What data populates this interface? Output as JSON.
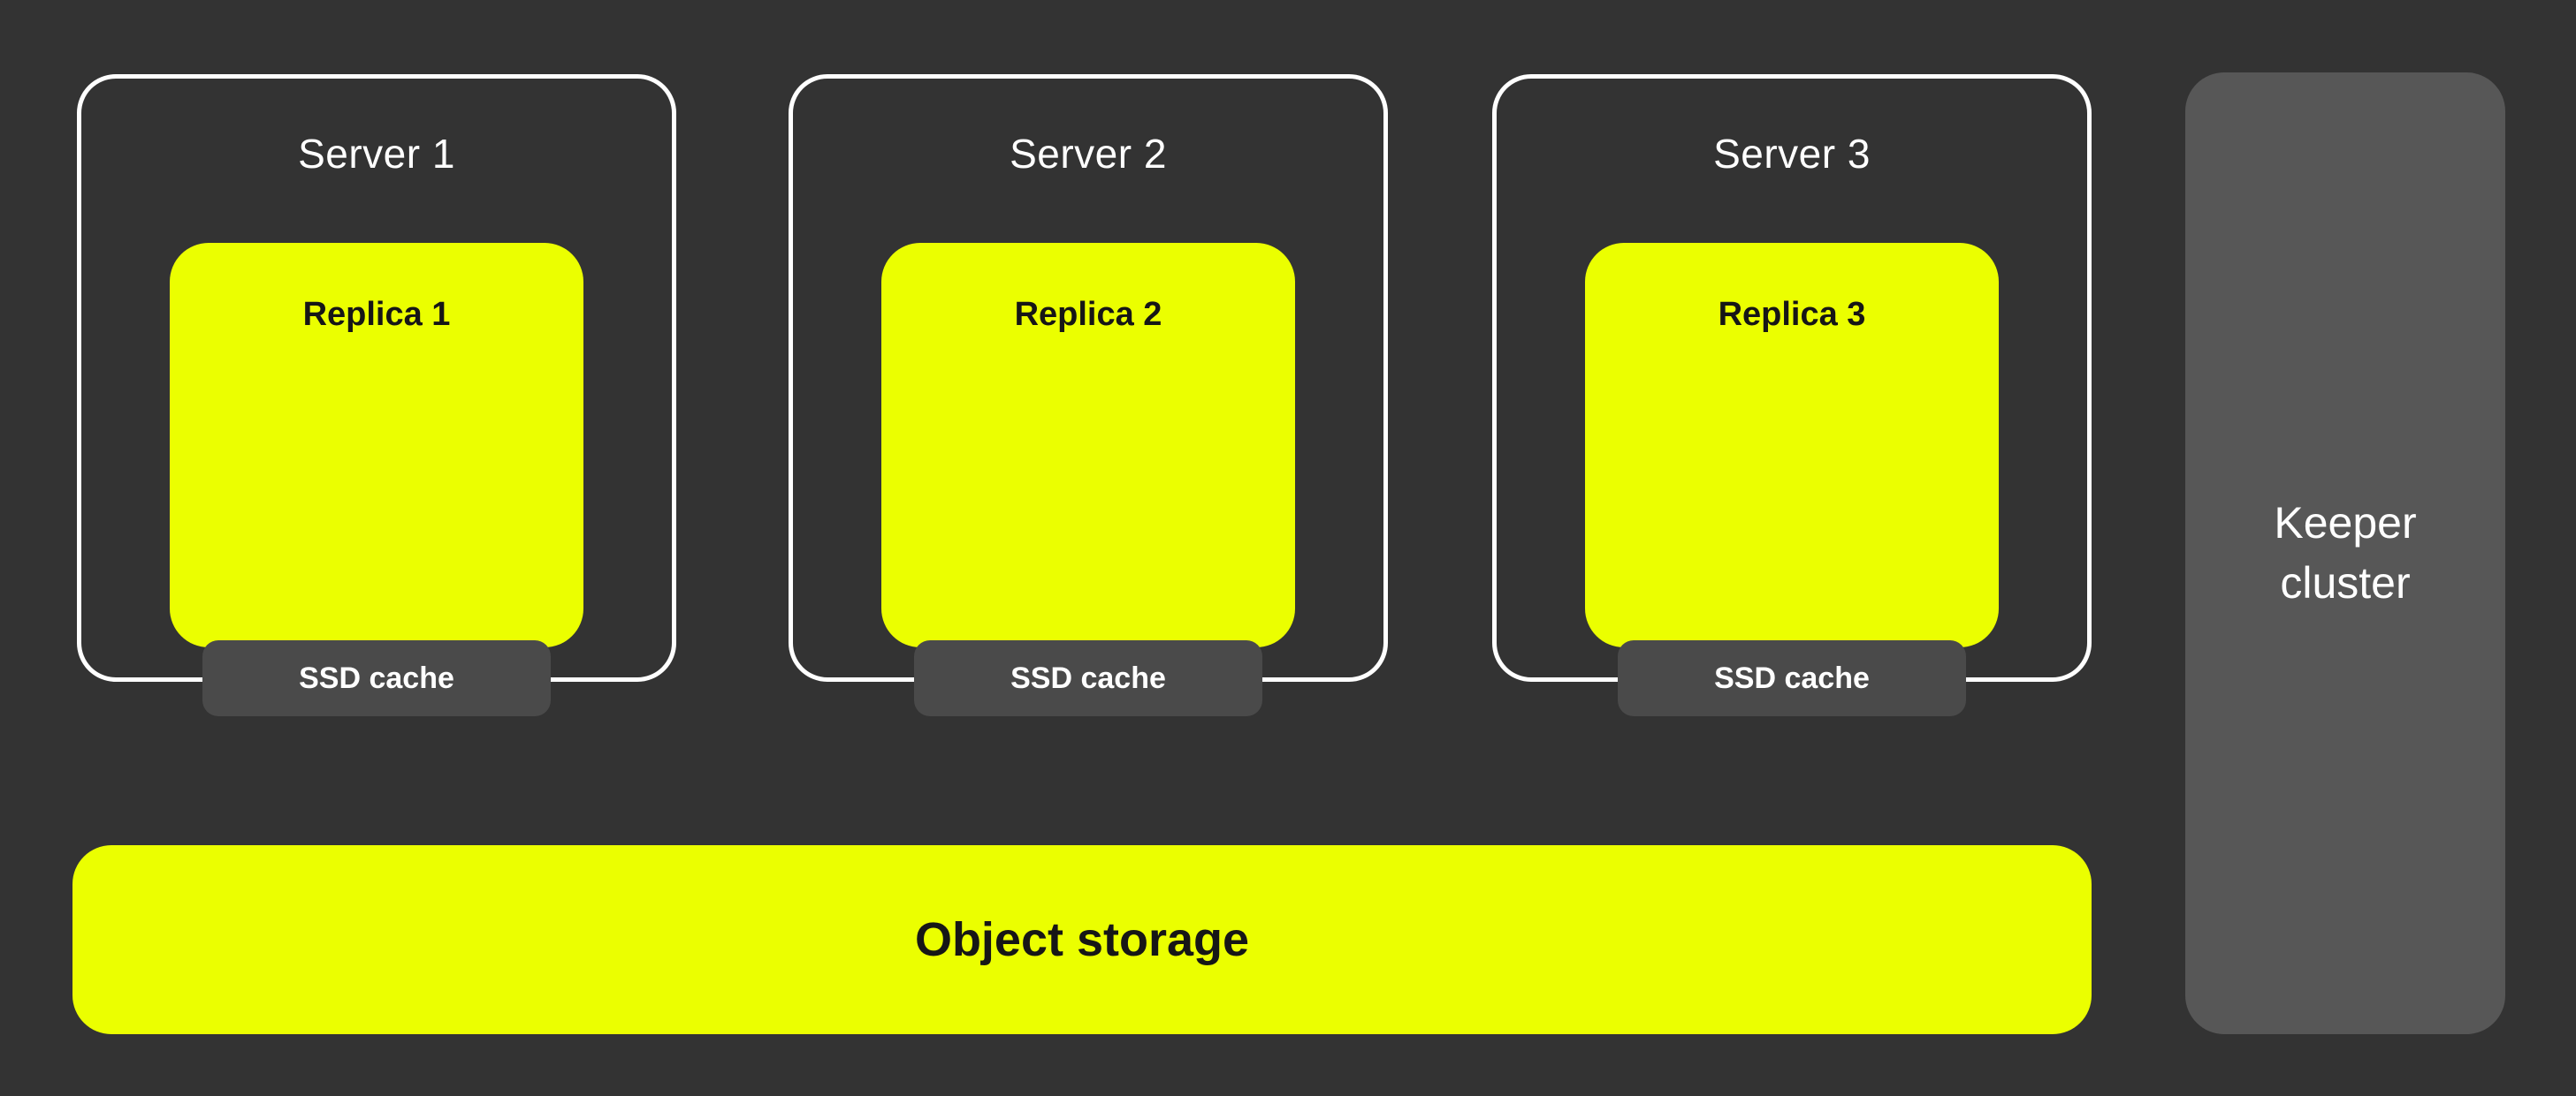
{
  "diagram": {
    "servers": [
      {
        "label": "Server 1",
        "replica_label": "Replica 1",
        "cache_label": "SSD cache"
      },
      {
        "label": "Server 2",
        "replica_label": "Replica 2",
        "cache_label": "SSD cache"
      },
      {
        "label": "Server 3",
        "replica_label": "Replica 3",
        "cache_label": "SSD cache"
      }
    ],
    "object_storage": {
      "label": "Object storage"
    },
    "keeper": {
      "label": "Keeper cluster"
    }
  },
  "colors": {
    "background": "#333333",
    "accent_yellow": "#EBFF00",
    "cache_badge_gray": "#4A4A4A",
    "keeper_gray": "#575757",
    "server_border": "#FFFFFF",
    "dark_text": "#161616"
  }
}
